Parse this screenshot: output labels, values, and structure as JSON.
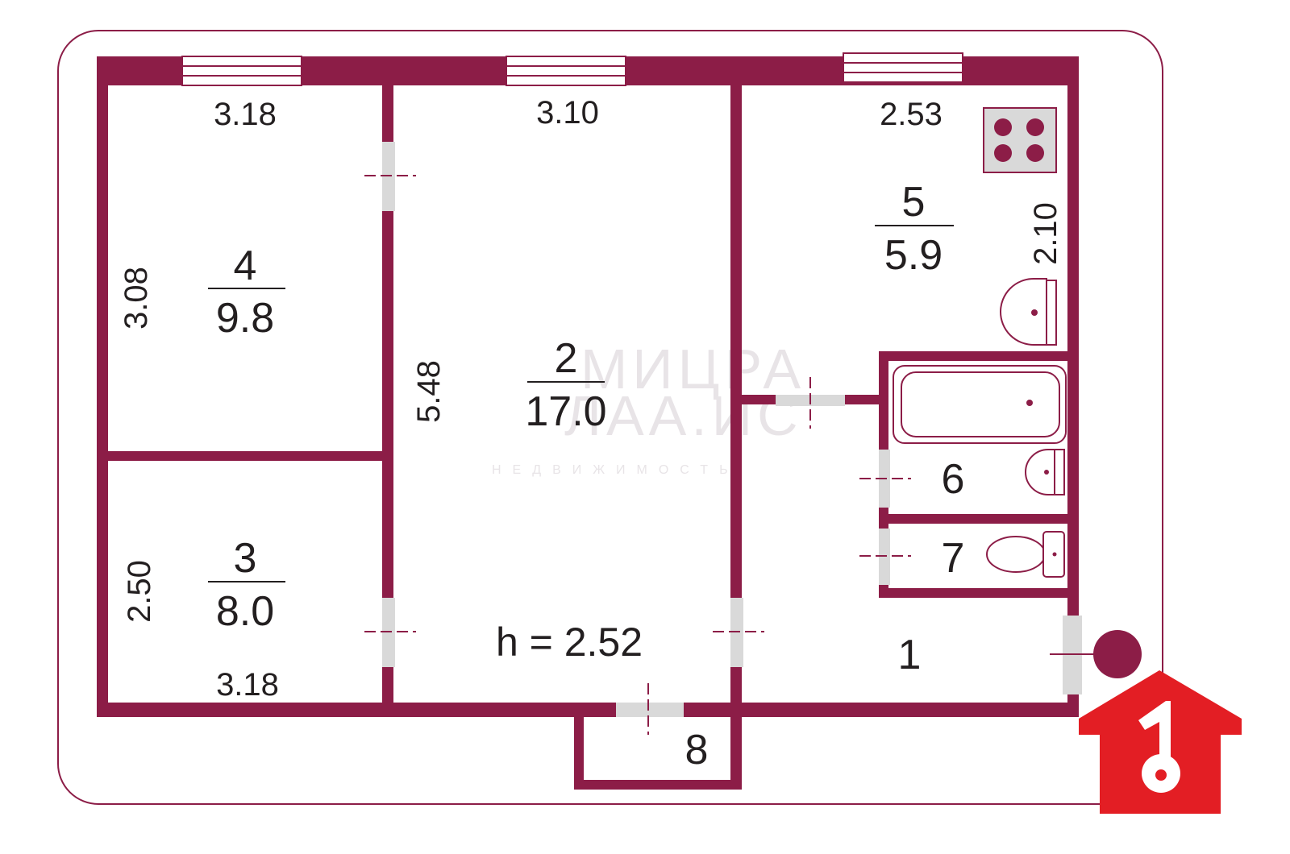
{
  "plan": {
    "ceiling_height": "h = 2.52",
    "rooms": [
      {
        "id": "room-1",
        "number": "1",
        "area": ""
      },
      {
        "id": "room-2",
        "number": "2",
        "area": "17.0"
      },
      {
        "id": "room-3",
        "number": "3",
        "area": "8.0"
      },
      {
        "id": "room-4",
        "number": "4",
        "area": "9.8"
      },
      {
        "id": "room-5",
        "number": "5",
        "area": "5.9"
      },
      {
        "id": "room-6",
        "number": "6",
        "area": ""
      },
      {
        "id": "room-7",
        "number": "7",
        "area": ""
      },
      {
        "id": "room-8",
        "number": "8",
        "area": ""
      }
    ],
    "dimensions": {
      "room4_width": "3.18",
      "room2_width": "3.10",
      "room5_width": "2.53",
      "room4_height": "3.08",
      "room2_height": "5.48",
      "room5_height": "2.10",
      "room3_height": "2.50",
      "room3_width": "3.18"
    }
  },
  "watermark": {
    "line1": "МИЦРА",
    "line2": "ЛАА.ИС",
    "line3": "НЕДВИЖИМОСТЬ"
  },
  "colors": {
    "wall": "#8c1d47",
    "door": "#d9d9d9",
    "logo": "#e31e24",
    "frame": "#8c1d47"
  },
  "icons": [
    "stove-icon",
    "sink-icon",
    "bathtub-icon",
    "toilet-icon",
    "entrance-marker-icon",
    "logo-key-house-icon"
  ]
}
